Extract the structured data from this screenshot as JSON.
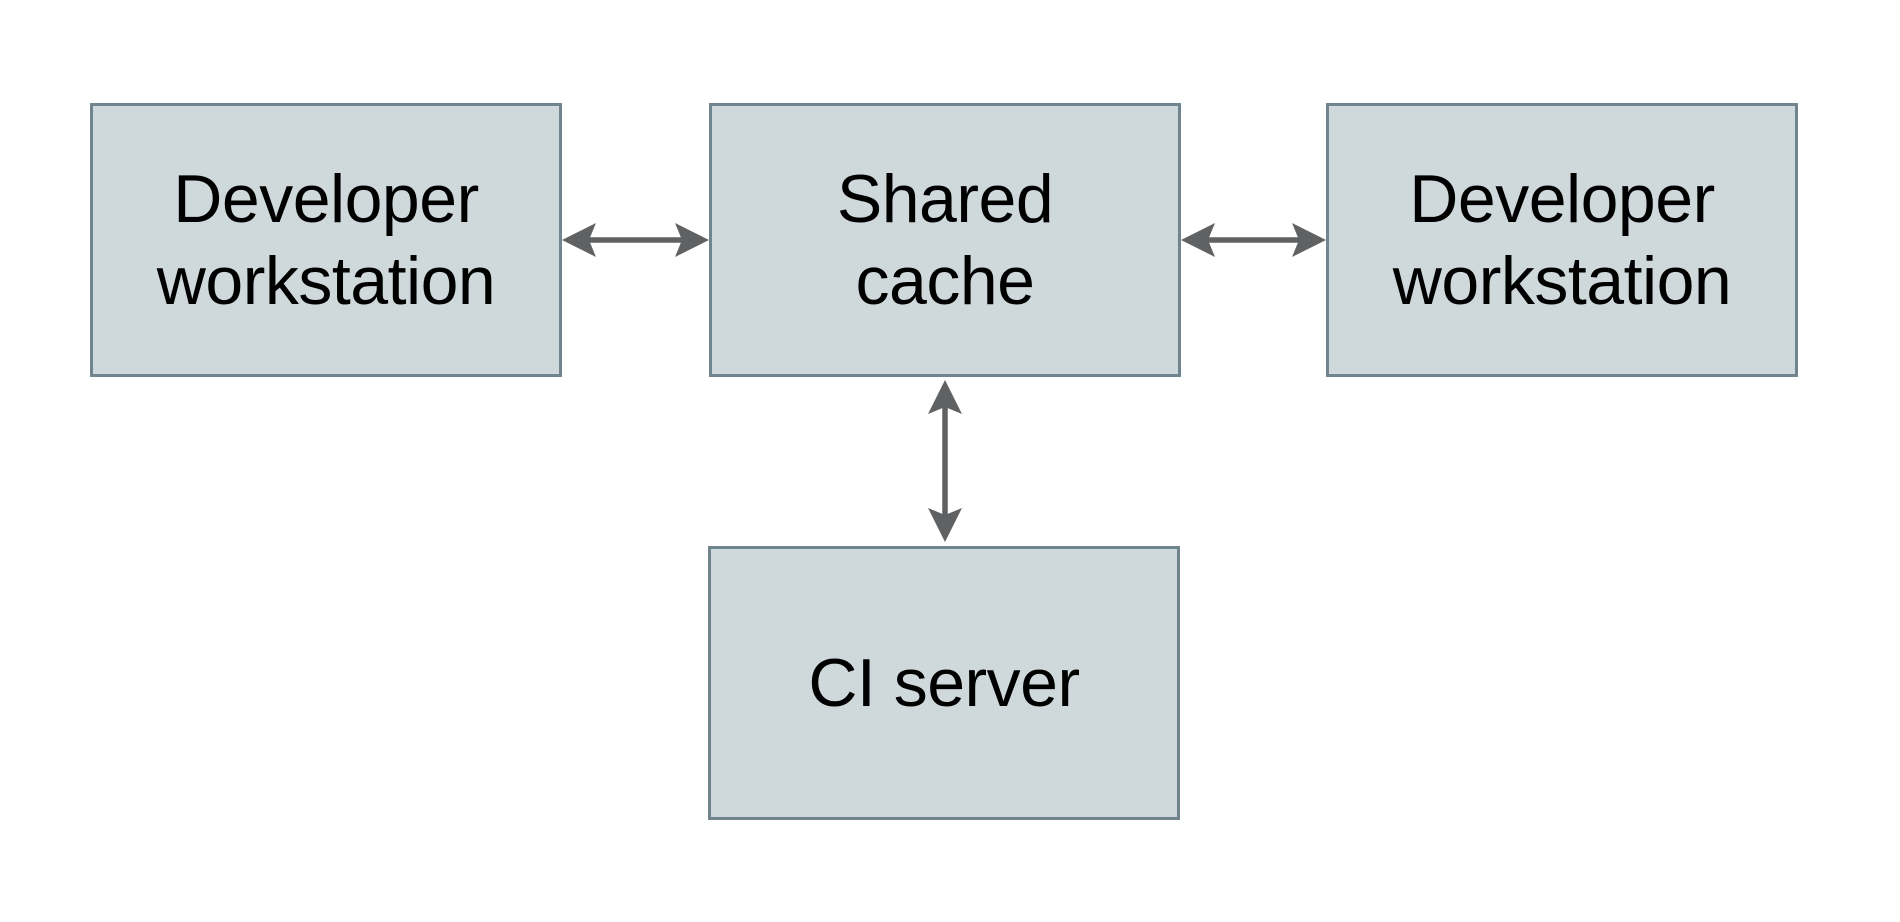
{
  "diagram": {
    "background_color": "#ffffff",
    "node_fill_color": "#cfd8da",
    "node_border_color": "#71858f",
    "arrow_color": "#5f6163",
    "text_color": "#000000",
    "nodes": [
      {
        "id": "developer-workstation-left",
        "label": "Developer workstation",
        "line1": "Developer",
        "line2": "workstation"
      },
      {
        "id": "shared-cache",
        "label": "Shared cache",
        "line1": "Shared",
        "line2": "cache"
      },
      {
        "id": "developer-workstation-right",
        "label": "Developer workstation",
        "line1": "Developer",
        "line2": "workstation"
      },
      {
        "id": "ci-server",
        "label": "CI server",
        "line1": "CI server",
        "line2": ""
      }
    ],
    "edges": [
      {
        "id": "edge-left-workstation-shared-cache",
        "from": "Developer workstation (left)",
        "to": "Shared cache",
        "direction": "bidirectional",
        "orientation": "horizontal"
      },
      {
        "id": "edge-shared-cache-right-workstation",
        "from": "Shared cache",
        "to": "Developer workstation (right)",
        "direction": "bidirectional",
        "orientation": "horizontal"
      },
      {
        "id": "edge-shared-cache-ci-server",
        "from": "Shared cache",
        "to": "CI server",
        "direction": "bidirectional",
        "orientation": "vertical"
      }
    ]
  }
}
